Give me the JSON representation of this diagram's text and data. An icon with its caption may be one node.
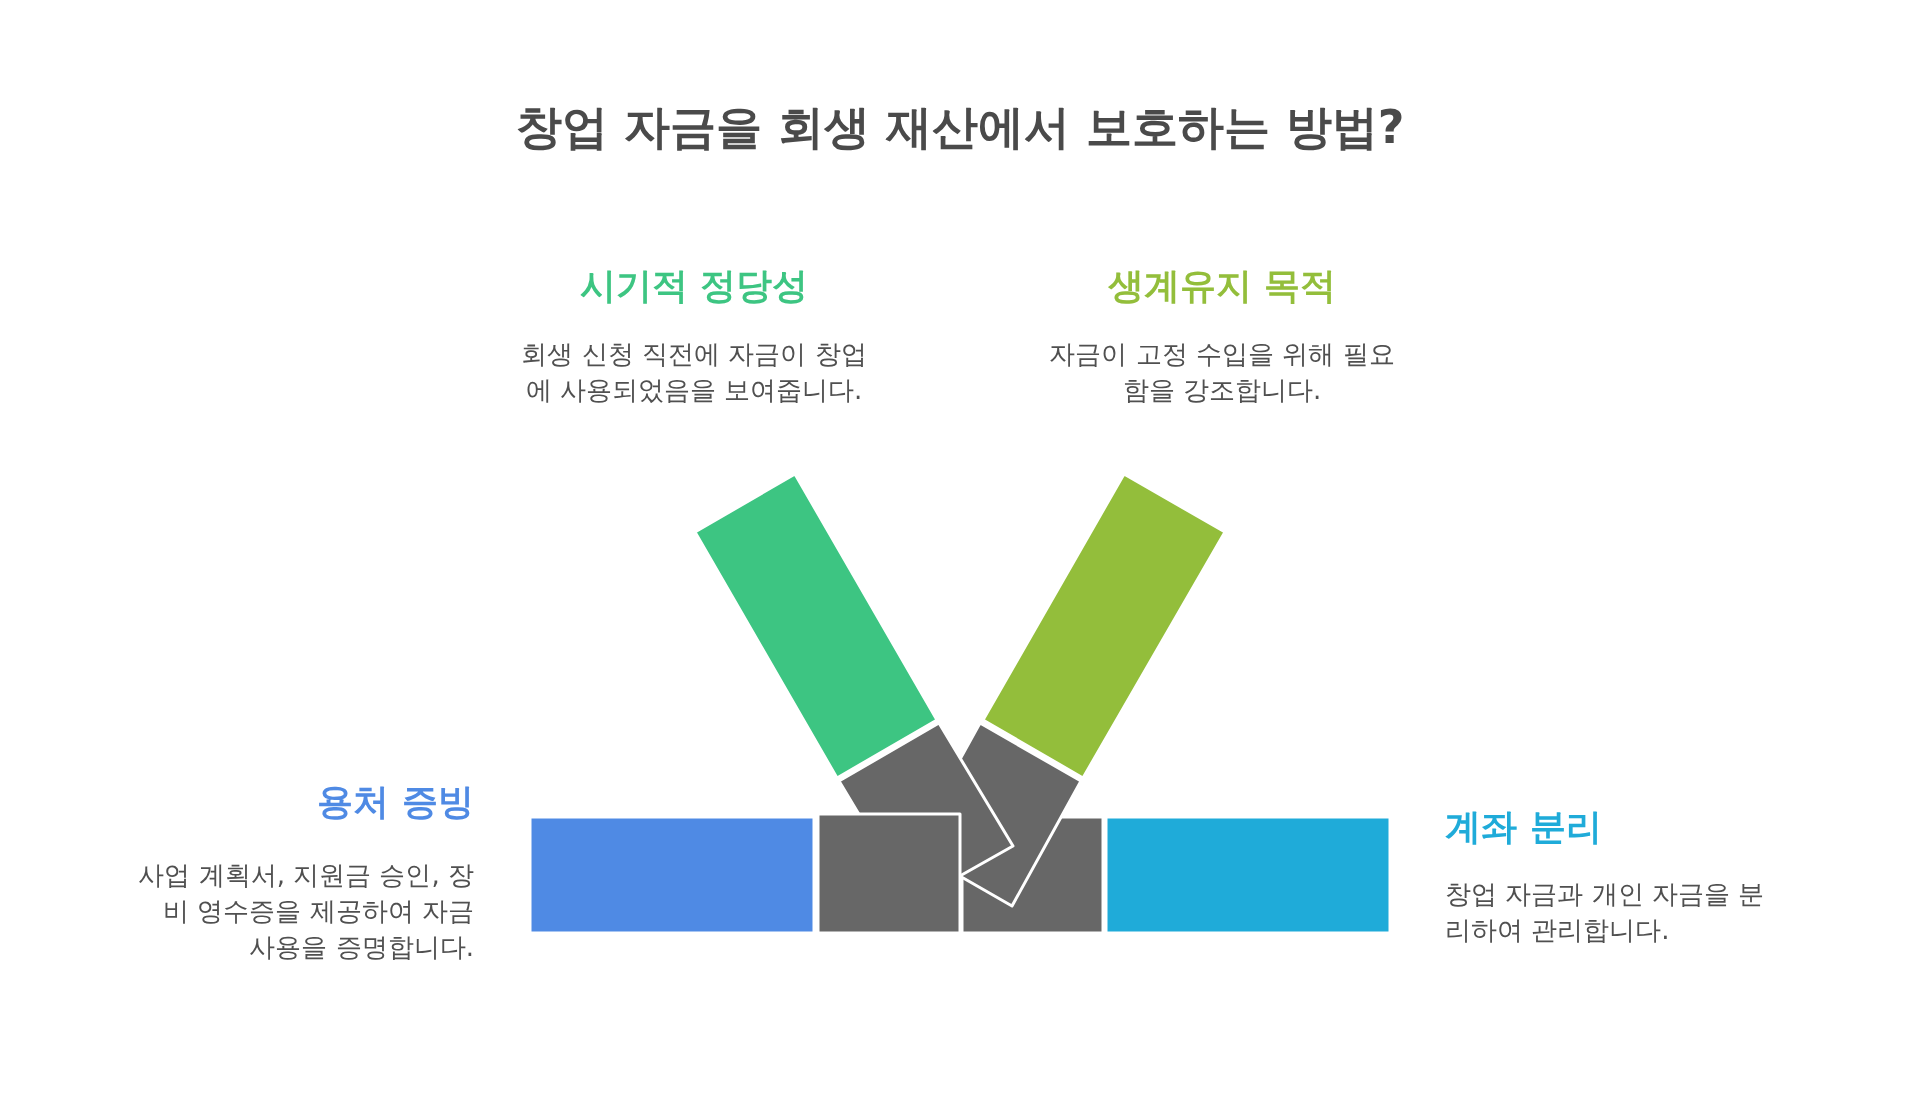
{
  "diagram": {
    "title": "창업 자금을 회생 재산에서 보호하는 방법?",
    "labels": [
      "시기적 정당성",
      "회생 신청 직전에 자금이 창업에 사용되었음을 보여줍니다.",
      "생계유지 목적",
      "자금이 고정 수입을 위해 필요함을 강조합니다.",
      "용처 증빙",
      "사업 계획서, 지원금 승인, 장비 영수증을 제공하여 자금 사용을 증명합니다.",
      "계좌 분리",
      "창업 자금과 개인 자금을 분리하여 관리합니다."
    ]
  }
}
